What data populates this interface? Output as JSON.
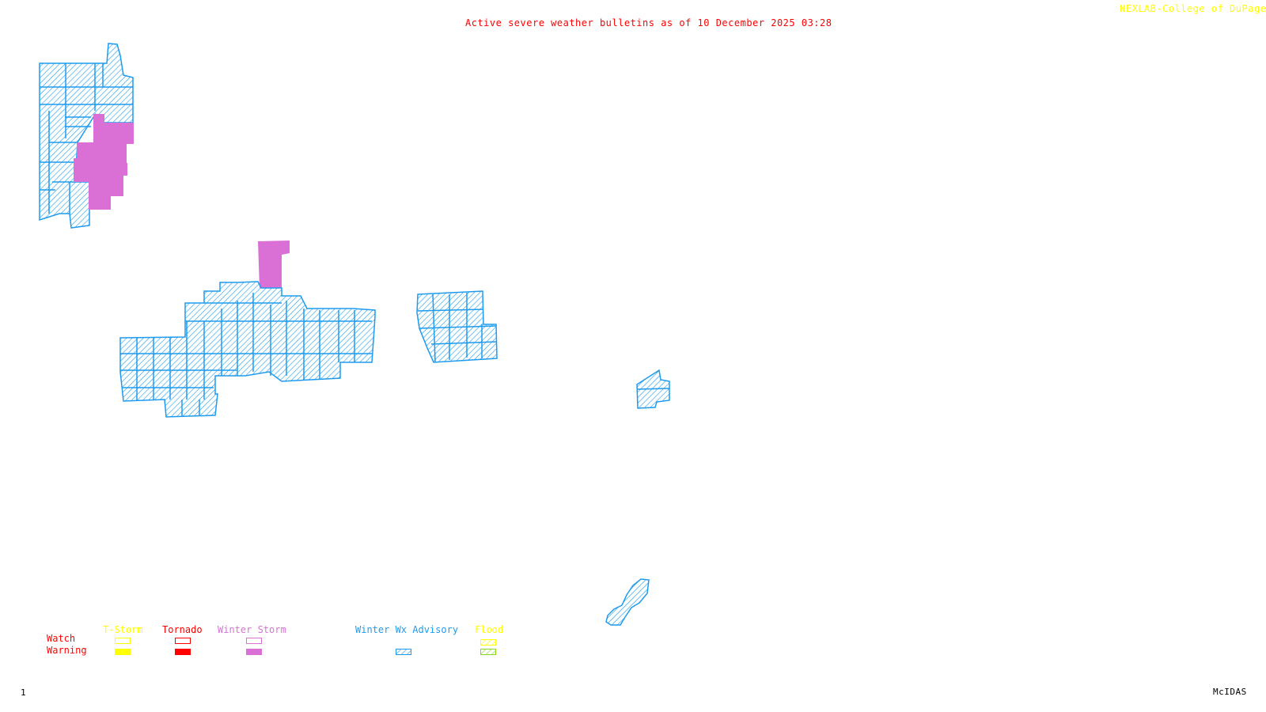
{
  "header": {
    "title": "Active severe weather bulletins as of 10 December 2025 03:28",
    "credit": "NEXLAB-College of DuPage"
  },
  "footer": {
    "frame_number": "1",
    "software": "McIDAS"
  },
  "colors": {
    "advisory_blue": "#1e9bef",
    "winter_storm": "#da70d6",
    "tornado": "#ff0000",
    "tstorm": "#ffff00",
    "flood_watch": "#ffff00",
    "flood_warning": "#8ad61e",
    "label_red": "#ff0000"
  },
  "legend": {
    "row_labels": {
      "watch": "Watch",
      "warning": "Warning"
    },
    "columns": [
      {
        "name": "T-Storm",
        "color": "#ffff00",
        "watch_style": "outline",
        "warning_style": "solid"
      },
      {
        "name": "Tornado",
        "color": "#ff0000",
        "watch_style": "outline",
        "warning_style": "solid"
      },
      {
        "name": "Winter Storm",
        "color": "#da70d6",
        "watch_style": "outline",
        "warning_style": "solid"
      },
      {
        "name": "Winter Wx Advisory",
        "color": "#1e9bef",
        "watch_style": "none",
        "warning_style": "hatched"
      },
      {
        "name": "Flood",
        "color": "#ffff00",
        "watch_style": "hatched",
        "warning_style": "hatched",
        "warning_color": "#8ad61e"
      }
    ]
  },
  "regions": [
    {
      "name": "upper-midwest-advisory",
      "type": "Winter Wx Advisory"
    },
    {
      "name": "upper-midwest-winter-storm",
      "type": "Winter Storm Warning"
    },
    {
      "name": "central-plains-advisory",
      "type": "Winter Wx Advisory"
    },
    {
      "name": "north-winter-storm",
      "type": "Winter Storm Warning"
    },
    {
      "name": "iowa-area-advisory",
      "type": "Winter Wx Advisory"
    },
    {
      "name": "ohio-area-advisory",
      "type": "Winter Wx Advisory"
    },
    {
      "name": "appalachian-advisory",
      "type": "Winter Wx Advisory"
    }
  ]
}
